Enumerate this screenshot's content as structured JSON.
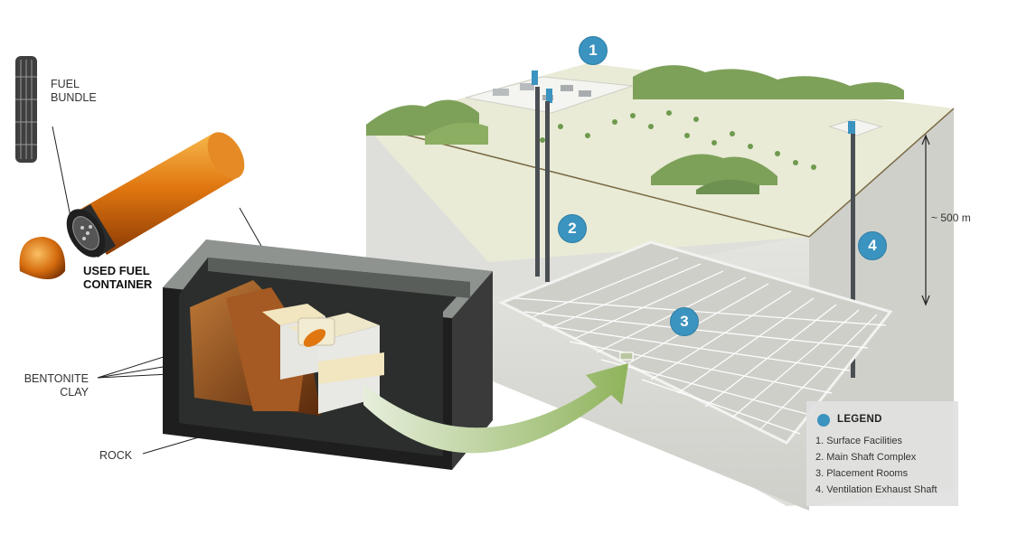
{
  "labels": {
    "fuel_bundle": "FUEL\nBUNDLE",
    "used_fuel_container": "USED FUEL\nCONTAINER",
    "bentonite_clay": "BENTONITE\nCLAY",
    "rock": "ROCK",
    "depth": "~ 500 m"
  },
  "markers": [
    "1",
    "2",
    "3",
    "4"
  ],
  "legend": {
    "title": "LEGEND",
    "items": [
      "1. Surface Facilities",
      "2. Main Shaft Complex",
      "3. Placement Rooms",
      "4. Ventilation Exhaust Shaft"
    ]
  },
  "colors": {
    "marker": "#3b93bf",
    "ground": "#e9ebd9",
    "rock_block": "#dcdcd8",
    "arrow": "#9bb86a",
    "container": "#e07a12",
    "clay": "#8a4a1e"
  }
}
